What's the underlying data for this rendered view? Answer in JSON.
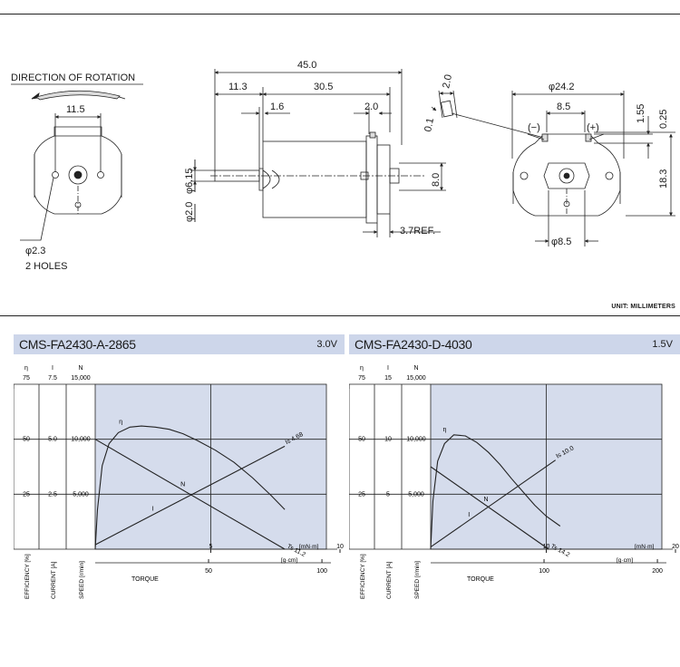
{
  "unit_note": "UNIT: MILLIMETERS",
  "drawing": {
    "rotation_label": "DIRECTION OF ROTATION",
    "hole_dia": "φ2.3",
    "hole_count": "2 HOLES",
    "dim_11_5": "11.5",
    "dim_45_0": "45.0",
    "dim_11_3": "11.3",
    "dim_30_5": "30.5",
    "dim_1_6": "1.6",
    "dim_2_0_top": "2.0",
    "dim_2_0_side": "2.0",
    "dim_0_1": "0.1",
    "dim_6_15": "φ6.15",
    "dim_2_0_dia": "φ2.0",
    "dim_8_0": "8.0",
    "dim_3_7": "3.7REF.",
    "dim_24_2": "φ24.2",
    "dim_8_5_top": "8.5",
    "minus": "(−)",
    "plus": "(+)",
    "dim_1_55": "1.55",
    "dim_0_25": "0.25",
    "dim_18_3": "18.3",
    "dim_8_5_dia": "φ8.5"
  },
  "chart_data": [
    {
      "type": "line",
      "model": "CMS-FA2430-A-2865",
      "voltage": "3.0V",
      "axis_headers": [
        "η",
        "I",
        "N"
      ],
      "efficiency_ticks": [
        "75",
        "50",
        "25"
      ],
      "current_ticks": [
        "7.5",
        "5.0",
        "2.5"
      ],
      "speed_ticks": [
        "15,000",
        "10,000",
        "5,000"
      ],
      "vaxis_labels": [
        "EFFICIENCY [%]",
        "CURRENT [A]",
        "SPEED [r/min]"
      ],
      "xlabel": "TORQUE",
      "x_mNm_ticks": [
        "5",
        "10"
      ],
      "x_mNm_unit": "[mN·m]",
      "x_gcm_ticks": [
        "50",
        "100"
      ],
      "x_gcm_unit": "[g·cm]",
      "xlim_mNm": [
        0,
        10
      ],
      "ylim_speed": [
        0,
        15000
      ],
      "ylim_efficiency": [
        0,
        75
      ],
      "ylim_current": [
        0,
        7.5
      ],
      "series": [
        {
          "name": "N",
          "x": [
            0,
            8.2
          ],
          "y": [
            10000,
            0
          ]
        },
        {
          "name": "I",
          "x": [
            0,
            8.2
          ],
          "y": [
            0.2,
            4.68
          ]
        },
        {
          "name": "η",
          "x": [
            0,
            0.1,
            0.3,
            0.6,
            1.0,
            1.5,
            2.0,
            2.6,
            3.2,
            3.8,
            4.4,
            5.2,
            6.0,
            6.8,
            7.6,
            8.2
          ],
          "y": [
            0,
            18,
            38,
            48,
            53,
            55.5,
            56,
            55.5,
            54.5,
            52.5,
            49.5,
            45,
            39.5,
            32.5,
            24.5,
            18
          ]
        }
      ],
      "annotations": {
        "stall_torque": "Ts 11.2",
        "stall_current": "Is 4.68",
        "eff_label": "η",
        "speed_label": "N",
        "current_label": "I"
      }
    },
    {
      "type": "line",
      "model": "CMS-FA2430-D-4030",
      "voltage": "1.5V",
      "axis_headers": [
        "η",
        "I",
        "N"
      ],
      "efficiency_ticks": [
        "75",
        "50",
        "25"
      ],
      "current_ticks": [
        "15",
        "10",
        "5"
      ],
      "speed_ticks": [
        "15,000",
        "10,000",
        "5,000"
      ],
      "vaxis_labels": [
        "EFFICIENCY [%]",
        "CURRENT [A]",
        "SPEED [r/min]"
      ],
      "xlabel": "TORQUE",
      "x_mNm_ticks": [
        "10",
        "20"
      ],
      "x_mNm_unit": "[mN·m]",
      "x_gcm_ticks": [
        "100",
        "200"
      ],
      "x_gcm_unit": "[g·cm]",
      "xlim_mNm": [
        0,
        20
      ],
      "ylim_speed": [
        0,
        15000
      ],
      "ylim_efficiency": [
        0,
        75
      ],
      "ylim_current": [
        0,
        15
      ],
      "series": [
        {
          "name": "N",
          "x": [
            0,
            10.2
          ],
          "y": [
            7500,
            0
          ]
        },
        {
          "name": "I",
          "x": [
            0,
            10.8
          ],
          "y": [
            0.2,
            8.1
          ]
        },
        {
          "name": "η",
          "x": [
            0,
            0.2,
            0.6,
            1.2,
            2.0,
            3.0,
            4.0,
            5.0,
            6.0,
            7.0,
            8.0,
            9.0,
            10.0,
            11.2
          ],
          "y": [
            0,
            22,
            40,
            48,
            52,
            51.5,
            48.5,
            44,
            38.5,
            32,
            26,
            20,
            15,
            10.5
          ]
        }
      ],
      "annotations": {
        "stall_torque": "Ts 14.2",
        "stall_current": "Is 10.0",
        "eff_label": "η",
        "speed_label": "N",
        "current_label": "I"
      }
    }
  ]
}
